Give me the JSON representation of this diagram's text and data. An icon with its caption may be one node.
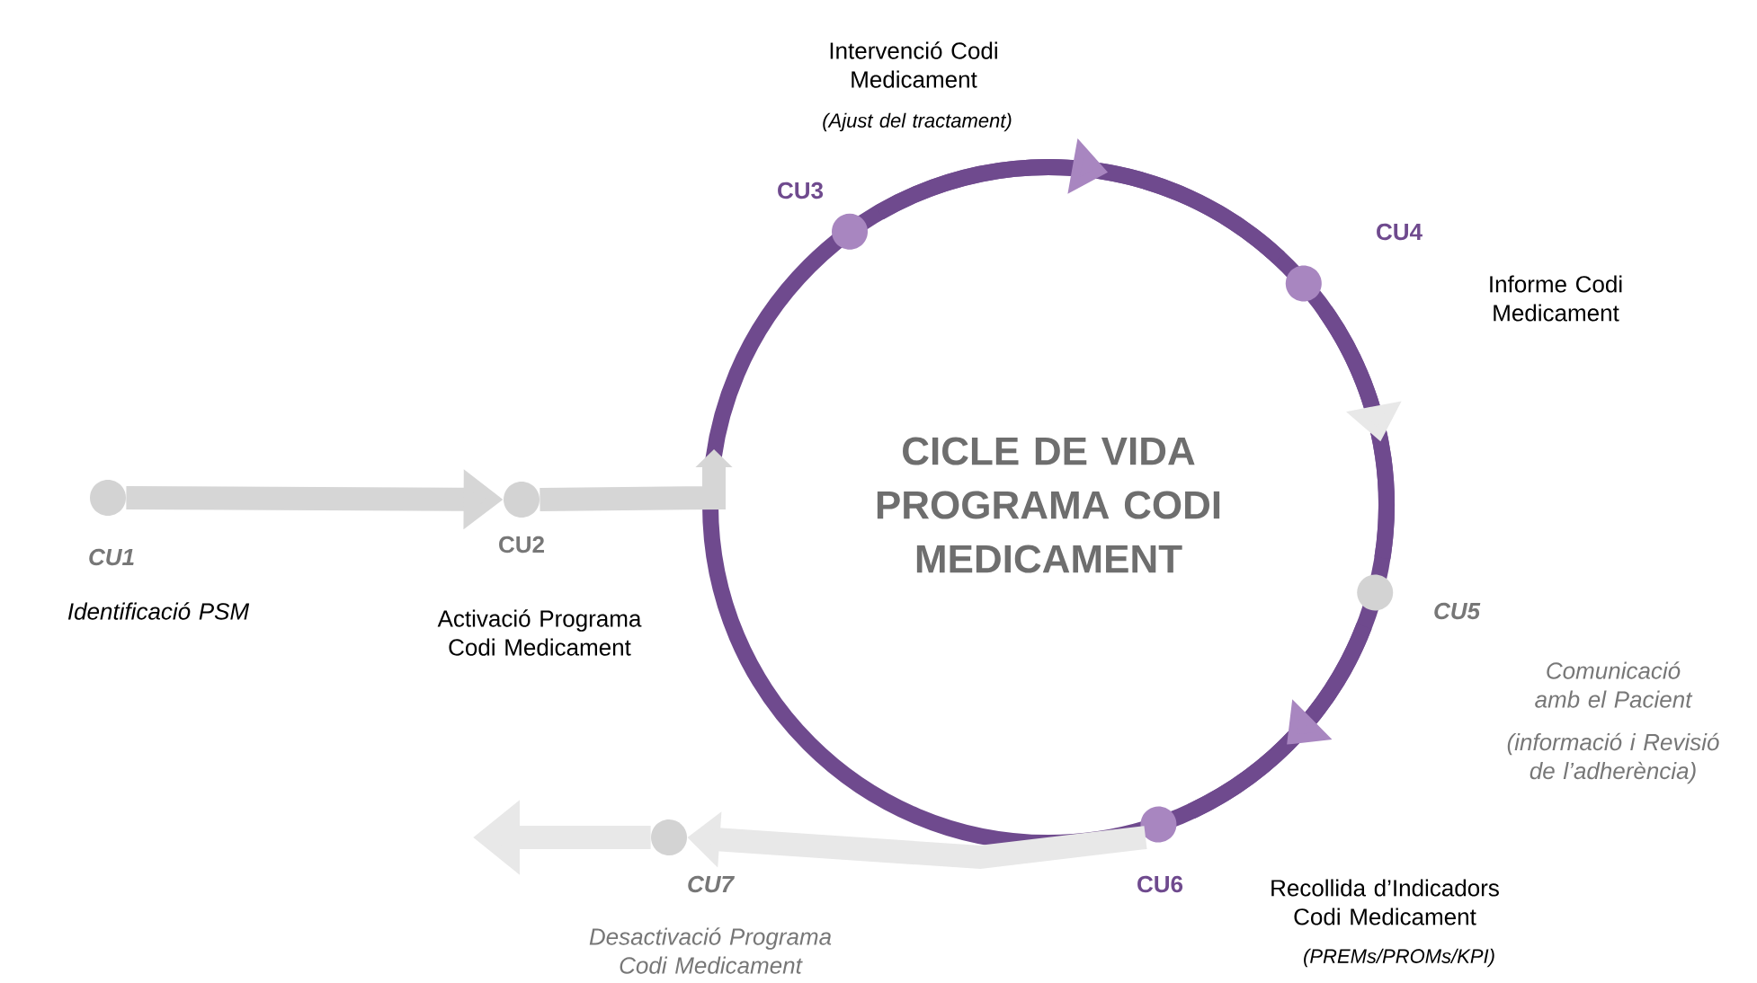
{
  "diagram": {
    "nodes": [
      {
        "text": [],
        "shape": "circle",
        "beside": [
          "CU1",
          "Identificació PSM"
        ]
      },
      {
        "text": [],
        "shape": "circle",
        "beside": [
          "CU2",
          "Activació Programa Codi Medicament"
        ]
      },
      {
        "text": [
          "CICLE DE VIDA PROGRAMA CODI MEDICAMENT"
        ]
      },
      {
        "text": [],
        "shape": "circle",
        "beside": [
          "Intervenció Codi Medicament",
          "(Ajust del tractament)"
        ]
      },
      {
        "text": [],
        "shape": "circle"
      },
      {
        "text": [],
        "shape": "circle",
        "beside": [
          "CU5",
          "Comunicació amb el Pacient",
          "(informació i Revisió de l’adherència)"
        ]
      },
      {
        "text": [],
        "shape": "circle",
        "beside": [
          "CU6",
          "Recollida d’Indicadors Codi Medicament",
          "(PREMs/PROMs/KPI)"
        ]
      },
      {
        "text": [],
        "shape": "circle",
        "beside": [
          "CU7",
          "Desactivació Programa Codi Medicament"
        ]
      }
    ],
    "edges": [
      {
        "from": 0,
        "to": 1,
        "arrow": "to",
        "color": "#d6d6d6"
      },
      {
        "from": 1,
        "to": 2,
        "arrow": "to",
        "color": "#d6d6d6"
      },
      {
        "from": 3,
        "to": 4,
        "arrow": "to",
        "color": "#6f4a8e"
      },
      {
        "from": 4,
        "to": 5,
        "arrow": "to",
        "color": "#6f4a8e"
      },
      {
        "from": 5,
        "to": 6,
        "arrow": "to",
        "color": "#6f4a8e"
      },
      {
        "from": 6,
        "to": 7,
        "arrow": "to",
        "color": "#e8e8e8"
      },
      {
        "from": 7,
        "to": null,
        "arrow": "to",
        "color": "#e8e8e8"
      }
    ],
    "labels": [
      "CU3",
      "CU4",
      "Informe Codi Medicament"
    ]
  }
}
